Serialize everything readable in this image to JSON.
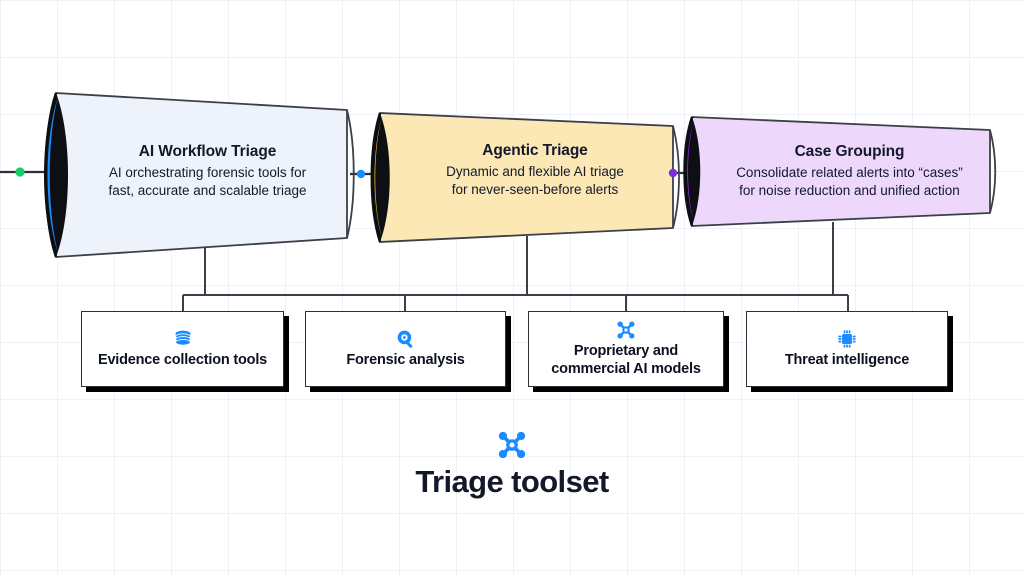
{
  "diagram": {
    "background_color": "#ffffff",
    "grid_color": "#eef1f7",
    "accent_color": "#1a8cff"
  },
  "stages": [
    {
      "id": "ai-workflow-triage",
      "title": "AI Workflow Triage",
      "desc_line1": "AI orchestrating forensic tools for",
      "desc_line2": "fast, accurate and scalable triage",
      "fill": "#eef3fb",
      "cap_fill": "#1a8cff",
      "stroke": "#3b3f49",
      "inlet_dot": "#19cc6a"
    },
    {
      "id": "agentic-triage",
      "title": "Agentic Triage",
      "desc_line1": "Dynamic and flexible AI triage",
      "desc_line2": "for never-seen-before alerts",
      "fill": "#fbe8b4",
      "cap_fill": "#f9c014",
      "stroke": "#3b3f49",
      "inlet_dot": "#1a8cff"
    },
    {
      "id": "case-grouping",
      "title": "Case Grouping",
      "desc_line1": "Consolidate related alerts into “cases”",
      "desc_line2": "for noise reduction and unified action",
      "fill": "#edd7fb",
      "cap_fill": "#9b30f0",
      "stroke": "#3b3f49",
      "inlet_dot": "#7a2ed6"
    }
  ],
  "tools": [
    {
      "id": "evidence-collection-tools",
      "icon": "database-icon",
      "line1": "Evidence collection tools",
      "line2": ""
    },
    {
      "id": "forensic-analysis",
      "icon": "magnifier-icon",
      "line1": "Forensic analysis",
      "line2": ""
    },
    {
      "id": "proprietary-ai-models",
      "icon": "hub-icon",
      "line1": "Proprietary and",
      "line2": "commercial AI models"
    },
    {
      "id": "threat-intelligence",
      "icon": "chip-icon",
      "line1": "Threat intelligence",
      "line2": ""
    }
  ],
  "footer": {
    "icon": "hub-icon",
    "title": "Triage toolset"
  }
}
